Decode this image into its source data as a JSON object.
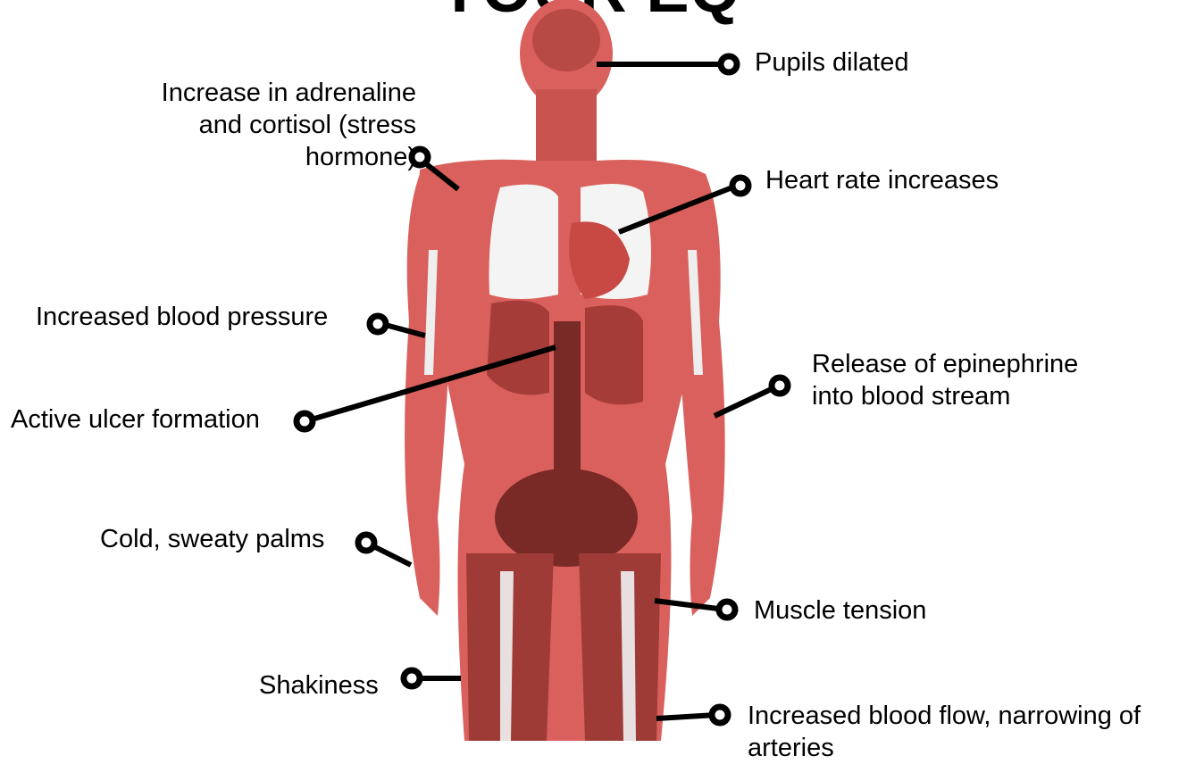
{
  "title": "YOUR EQ",
  "colors": {
    "body": "#d9605c",
    "body_dark": "#7a2a26",
    "lungs": "#f4f4f4",
    "line": "#000000"
  },
  "labels": {
    "pupils": "Pupils dilated",
    "adrenaline": [
      "Increase in adrenaline",
      "and cortisol (stress",
      "hormone)"
    ],
    "heart_rate": "Heart rate increases",
    "blood_pressure": "Increased blood pressure",
    "epinephrine": [
      "Release of epinephrine",
      "into blood stream"
    ],
    "ulcer": "Active ulcer formation",
    "palms": "Cold, sweaty palms",
    "muscle": "Muscle tension",
    "shakiness": "Shakiness",
    "blood_flow": [
      "Increased blood flow, narrowing of",
      "arteries"
    ]
  }
}
